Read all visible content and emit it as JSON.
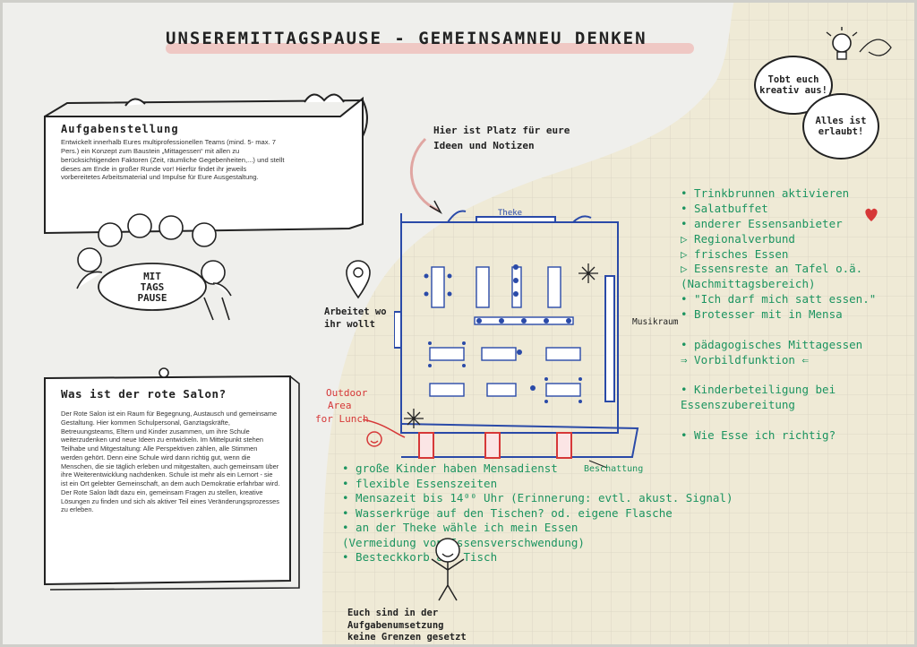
{
  "title": "UNSEREMITTAGSPAUSE - GEMEINSAMNEU DENKEN",
  "task": {
    "heading": "Aufgabenstellung",
    "body": "Entwickelt innerhalb Eures multiprofessionellen Teams (mind. 5- max. 7 Pers.) ein Konzept zum Baustein „Mittagessen“ mit allen zu berücksichtigenden Faktoren (Zeit, räumliche Gegebenheiten,...) und stellt dieses am Ende in großer Runde vor! Hierfür findet ihr jeweils vorbereitetes Arbeitsmaterial und Impulse für Eure Ausgestaltung."
  },
  "sign": {
    "line1": "MIT",
    "line2": "TAGS",
    "line3": "PAUSE"
  },
  "salon": {
    "heading": "Was ist der rote Salon?",
    "body": "Der Rote Salon ist ein Raum für Begegnung, Austausch und gemeinsame Gestaltung. Hier kommen Schulpersonal, Ganztagskräfte, Betreuungsteams, Eltern und Kinder zusammen, um ihre Schule weiterzudenken und neue Ideen zu entwickeln. Im Mittelpunkt stehen Teilhabe und Mitgestaltung: Alle Perspektiven zählen, alle Stimmen werden gehört. Denn eine Schule wird dann richtig gut, wenn die Menschen, die sie täglich erleben und mitgestalten, auch gemeinsam über ihre Weiterentwicklung nachdenken. Schule ist mehr als ein Lernort - sie ist ein Ort gelebter Gemeinschaft, an dem auch Demokratie erfahrbar wird. Der Rote Salon lädt dazu ein, gemeinsam Fragen zu stellen, kreative Lösungen zu finden und sich als aktiver Teil eines Veränderungsprozesses zu erleben."
  },
  "prompt_ideas": {
    "line1": "Hier ist Platz für eure",
    "line2": "Ideen und Notizen"
  },
  "bubbles": {
    "left": "Tobt euch kreativ aus!",
    "right": "Alles ist erlaubt!"
  },
  "arbeitet": {
    "line1": "Arbeitet wo",
    "line2": "ihr wollt"
  },
  "outdoor": {
    "line1": "Outdoor",
    "line2": "Area",
    "line3": "for Lunch"
  },
  "floorplan": {
    "theke": "Theke",
    "musikraum": "Musikraum",
    "beschattung": "Beschattung"
  },
  "notes": [
    "• Trinkbrunnen aktivieren",
    "• Salatbuffet",
    "• anderer Essensanbieter",
    "   ▷ Regionalverbund",
    "   ▷ frisches Essen",
    "   ▷ Essensreste an Tafel o.ä.",
    "     (Nachmittagsbereich)",
    "• \"Ich darf mich satt essen.\"",
    "• Brotesser mit in Mensa",
    "",
    "• pädagogisches Mittagessen",
    "    ⇒ Vorbildfunktion ⇐",
    "",
    "• Kinderbeteiligung bei",
    "  Essenszubereitung",
    "",
    "• Wie Esse ich richtig?"
  ],
  "bottom_notes": [
    "• große Kinder haben Mensadienst",
    "• flexible Essenszeiten",
    "• Mensazeit bis 14⁰⁰ Uhr (Erinnerung: evtl. akust. Signal)",
    "• Wasserkrüge auf den Tischen? od. eigene Flasche",
    "• an der Theke wähle ich mein Essen",
    "  (Vermeidung von Essensverschwendung)",
    "         • Besteckkorb auf Tisch"
  ],
  "footer": {
    "line1": "Euch sind in der",
    "line2": "Aufgabenumsetzung",
    "line3": "keine Grenzen gesetzt"
  },
  "colors": {
    "paper": "#efefec",
    "beige": "#efead6",
    "green": "#1c9460",
    "blue": "#2a4aa8",
    "red": "#d63838",
    "pink": "#f0b8b4"
  }
}
